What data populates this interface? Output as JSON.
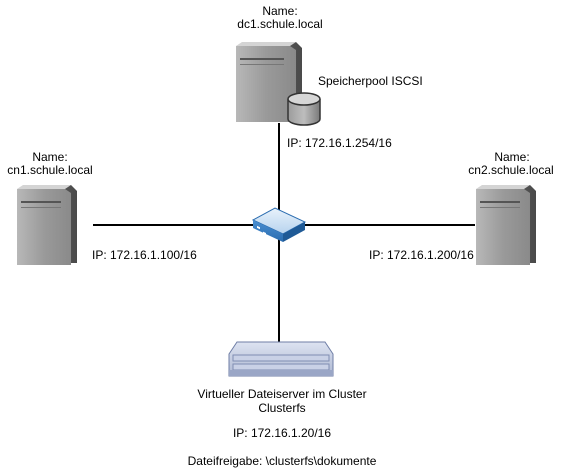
{
  "dc1": {
    "name_label": "Name:",
    "hostname": "dc1.schule.local",
    "storage": "Speicherpool ISCSI",
    "ip": "IP: 172.16.1.254/16"
  },
  "cn1": {
    "name_label": "Name:",
    "hostname": "cn1.schule.local",
    "ip": "IP: 172.16.1.100/16"
  },
  "cn2": {
    "name_label": "Name:",
    "hostname": "cn2.schule.local",
    "ip": "IP: 172.16.1.200/16"
  },
  "cluster": {
    "title": "Virtueller Dateiserver im Cluster",
    "name": "Clusterfs",
    "ip": "IP: 172.16.1.20/16",
    "share": "Dateifreigabe: \\clusterfs\\dokumente"
  },
  "icons": {
    "server": "tower-server-icon",
    "storage": "database-cylinder-icon",
    "switch": "network-switch-icon",
    "rack": "rack-server-icon"
  }
}
